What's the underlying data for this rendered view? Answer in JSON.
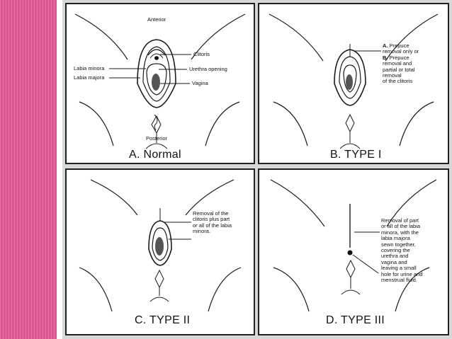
{
  "panels": {
    "a": {
      "caption": "A. Normal",
      "labels": {
        "anterior": "Anterior",
        "clitoris": "Clitoris",
        "labia_minora": "Labia minora",
        "urethra_opening": "Urethra opening",
        "labia_majora": "Labia majora",
        "vagina": "Vagina",
        "posterior": "Posterior"
      }
    },
    "b": {
      "caption": "B. TYPE I",
      "note": {
        "option_a_letter": "A.",
        "option_a_text": "Prepuce",
        "line_2": "removal only or",
        "option_b_letter": "B.",
        "option_b_text": "Prepuce",
        "line_4": "removal and",
        "line_5": "partial or total",
        "line_6": "removal",
        "line_7": "of the clitoris"
      }
    },
    "c": {
      "caption": "C. TYPE II",
      "note_lines": [
        "Removal of the",
        "clitoris plus part",
        "or all of the labia",
        "minora."
      ]
    },
    "d": {
      "caption": "D. TYPE III",
      "note_lines": [
        "Removal of part",
        "or all of the labia",
        "minora, with the",
        "labia majora",
        "sewn together,",
        "covering the",
        "urethra and",
        "vagina and",
        "leaving a small",
        "hole for urine and",
        "menstrual fluid."
      ]
    }
  },
  "colors": {
    "side_stripe": "#e0548f",
    "figure_background": "#d8d8d8",
    "panel_border": "#222222"
  }
}
